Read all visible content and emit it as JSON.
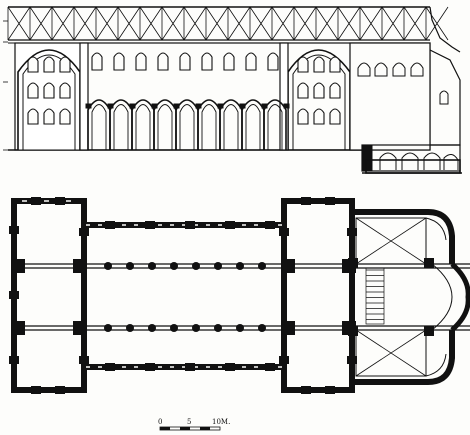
{
  "drawing": {
    "section_view": "longitudinal-section",
    "plan_view": "ground-plan",
    "ink_color": "#111111",
    "paper_color": "#fdfdfb"
  },
  "scale_bar": {
    "labels": [
      "0",
      "5",
      "10M."
    ]
  }
}
